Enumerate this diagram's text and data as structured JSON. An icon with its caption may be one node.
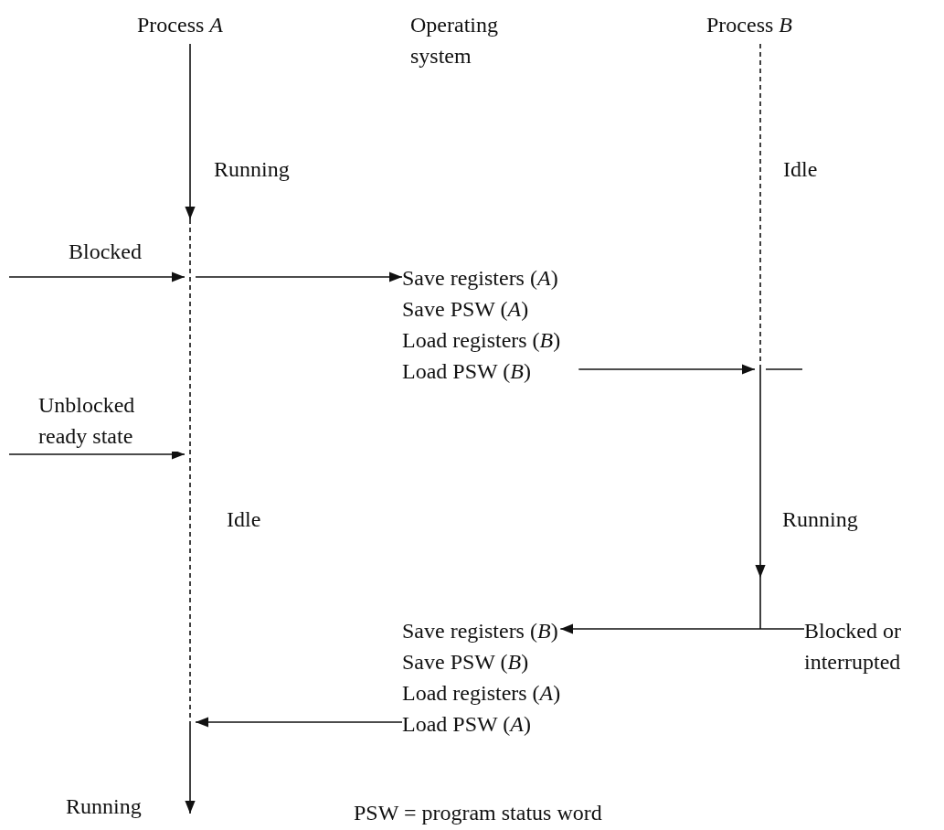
{
  "diagram": {
    "caption": "PSW = program status word",
    "nodes": [
      {
        "text": [
          "Process *A*"
        ]
      },
      {
        "text": [
          "Operating system"
        ]
      },
      {
        "text": [
          "Process *B*"
        ]
      },
      {
        "text": [
          "Save registers (*A*)",
          "Save PSW (*A*)",
          "Load registers (*B*)",
          "Load PSW (*B*)"
        ]
      },
      {
        "text": [
          "Save registers (*B*)",
          "Save PSW (*B*)",
          "Load registers (*A*)",
          "Load PSW (*A*)"
        ]
      },
      {
        "text": [
          "Blocked or interrupted"
        ]
      },
      {
        "text": [],
        "shape": "line",
        "beside": [
          "Running",
          "Idle",
          "Running"
        ]
      },
      {
        "text": [],
        "shape": "line",
        "beside": [
          "Idle",
          "Running"
        ]
      }
    ],
    "edges": [
      {
        "from": null,
        "to": 6,
        "arrow": "to",
        "label": "Blocked"
      },
      {
        "from": 6,
        "to": 3,
        "arrow": "to"
      },
      {
        "from": null,
        "to": 6,
        "arrow": "to",
        "label": "Unblocked ready state"
      },
      {
        "from": 3,
        "to": 7,
        "arrow": "to"
      },
      {
        "from": 5,
        "to": 4,
        "arrow": "to"
      },
      {
        "from": 4,
        "to": 6,
        "arrow": "to"
      }
    ]
  }
}
